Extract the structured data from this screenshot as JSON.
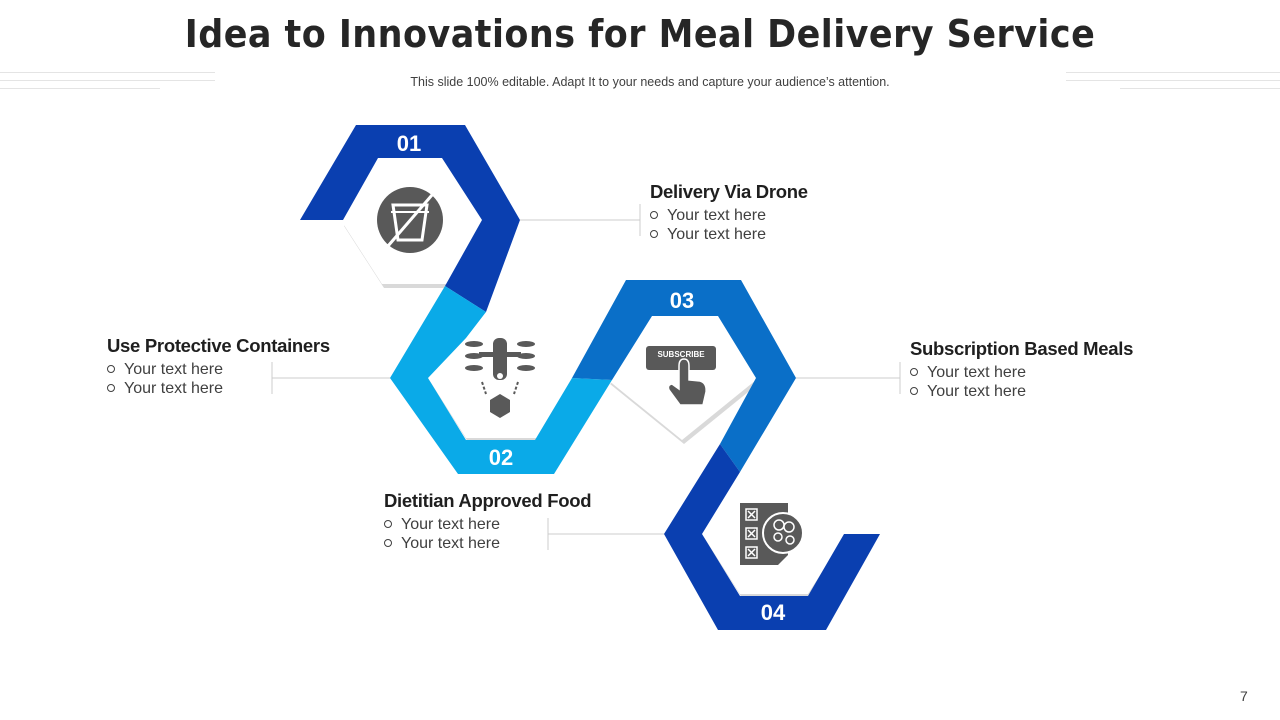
{
  "title": "Idea to Innovations for Meal Delivery Service",
  "subtitle": "This slide 100% editable. Adapt  It to your needs and capture your audience’s attention.",
  "page_number": "7",
  "colors": {
    "dark_blue": "#0a3fb0",
    "mid_blue": "#0a6fc8",
    "light_blue": "#0aaae8",
    "icon_gray": "#595959"
  },
  "steps": [
    {
      "number": "01",
      "heading": "Delivery Via Drone",
      "bullets": [
        "Your text here",
        "Your text here"
      ],
      "icon": "no-cup-icon"
    },
    {
      "number": "02",
      "heading": "Dietitian Approved Food",
      "bullets": [
        "Your text here",
        "Your text here"
      ],
      "icon": "drone-icon"
    },
    {
      "number": "03",
      "heading": "Subscription Based Meals",
      "bullets": [
        "Your text here",
        "Your text here"
      ],
      "icon": "subscribe-icon",
      "icon_label": "SUBSCRIBE"
    },
    {
      "number": "04",
      "heading": "Use Protective Containers",
      "bullets": [
        "Your text here",
        "Your text here"
      ],
      "icon": "food-checklist-icon"
    }
  ]
}
